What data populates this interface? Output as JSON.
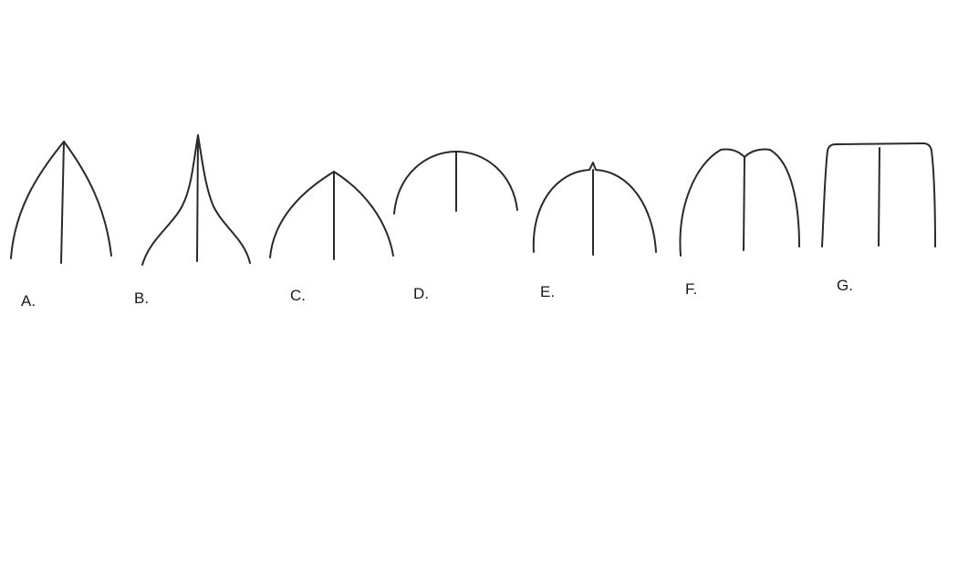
{
  "figure": {
    "shapes": [
      {
        "label": "A.",
        "shape_name": "acute-apex-icon"
      },
      {
        "label": "B.",
        "shape_name": "acuminate-apex-icon"
      },
      {
        "label": "C.",
        "shape_name": "obtuse-apex-icon"
      },
      {
        "label": "D.",
        "shape_name": "rounded-apex-icon"
      },
      {
        "label": "E.",
        "shape_name": "mucronate-apex-icon"
      },
      {
        "label": "F.",
        "shape_name": "emarginate-apex-icon"
      },
      {
        "label": "G.",
        "shape_name": "truncate-apex-icon"
      }
    ],
    "line_color": "#2a2a2a",
    "background": "#ffffff"
  }
}
